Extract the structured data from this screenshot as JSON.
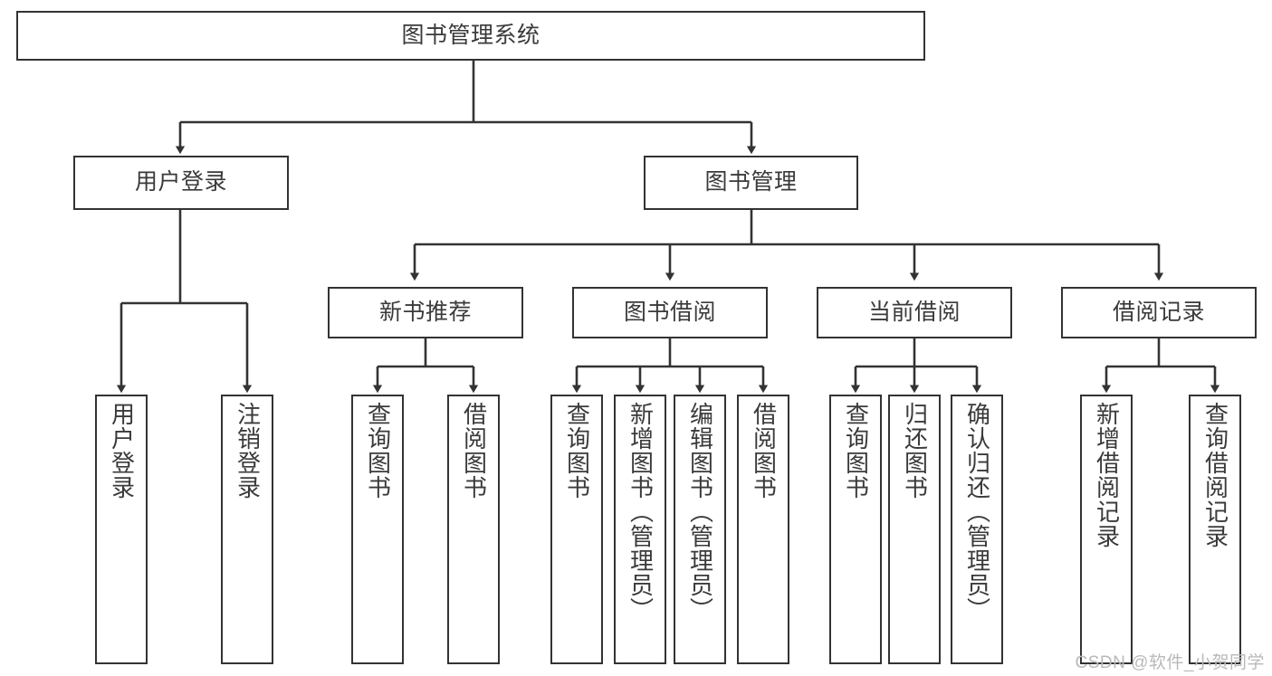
{
  "diagram": {
    "title": "图书管理系统",
    "type": "hierarchical-tree",
    "watermark": "CSDN @软件_小贺同学",
    "colors": {
      "line": "#333333",
      "box_border": "#333333",
      "text": "#3a3a3a",
      "background": "#ffffff",
      "watermark": "#b9b9b9"
    },
    "levels": {
      "root": {
        "label": "图书管理系统"
      },
      "level2": [
        {
          "id": "user-login",
          "label": "用户登录"
        },
        {
          "id": "book-management",
          "label": "图书管理"
        }
      ],
      "level3": [
        {
          "id": "new-book-recommend",
          "label": "新书推荐"
        },
        {
          "id": "book-borrow",
          "label": "图书借阅"
        },
        {
          "id": "current-borrow",
          "label": "当前借阅"
        },
        {
          "id": "borrow-record",
          "label": "借阅记录"
        }
      ],
      "leaves": {
        "user-login": [
          {
            "id": "leaf-user-login",
            "label": "用户登录"
          },
          {
            "id": "leaf-logout-login",
            "label": "注销登录"
          }
        ],
        "new-book-recommend": [
          {
            "id": "leaf-query-book-1",
            "label": "查询图书"
          },
          {
            "id": "leaf-borrow-book-1",
            "label": "借阅图书"
          }
        ],
        "book-borrow": [
          {
            "id": "leaf-query-book-2",
            "label": "查询图书"
          },
          {
            "id": "leaf-add-book",
            "label": "新增图书（管理员）"
          },
          {
            "id": "leaf-edit-book",
            "label": "编辑图书（管理员）"
          },
          {
            "id": "leaf-borrow-book-2",
            "label": "借阅图书"
          }
        ],
        "current-borrow": [
          {
            "id": "leaf-query-book-3",
            "label": "查询图书"
          },
          {
            "id": "leaf-return-book",
            "label": "归还图书"
          },
          {
            "id": "leaf-confirm-return",
            "label": "确认归还（管理员）"
          }
        ],
        "borrow-record": [
          {
            "id": "leaf-add-record",
            "label": "新增借阅记录"
          },
          {
            "id": "leaf-query-record",
            "label": "查询借阅记录"
          }
        ]
      }
    }
  }
}
